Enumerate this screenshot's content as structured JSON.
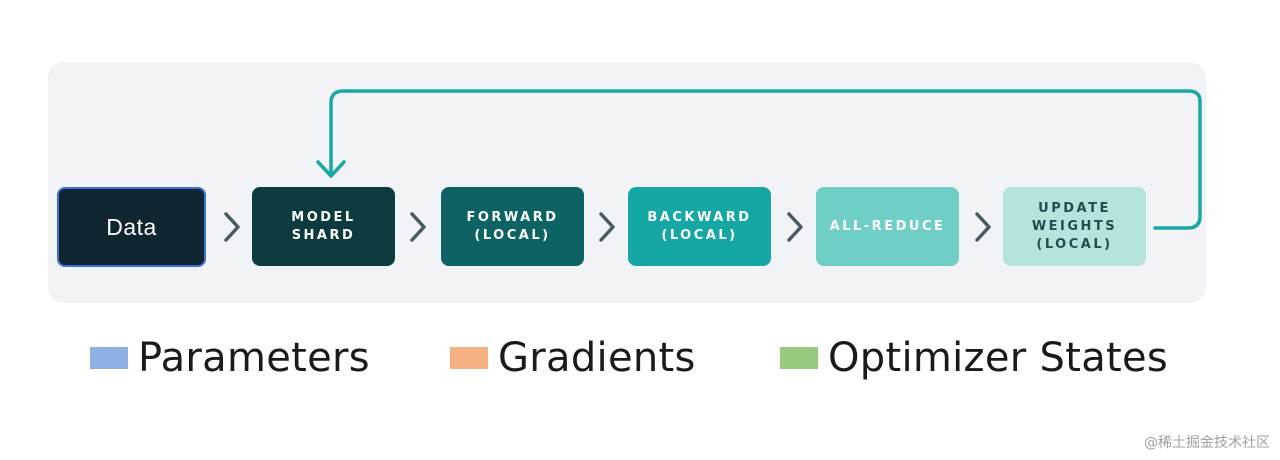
{
  "colors": {
    "panel_bg": "#f1f3f6",
    "loop_arrow": "#1aa8a4",
    "chevron": "#4a5a62"
  },
  "pipeline": [
    {
      "label": "Data",
      "bg": "#0f2530",
      "text": "#ffffff"
    },
    {
      "label": "MODEL\nSHARD",
      "bg": "#0b3b3d",
      "text": "#ffffff"
    },
    {
      "label": "FORWARD\n(LOCAL)",
      "bg": "#0d6364",
      "text": "#ffffff"
    },
    {
      "label": "BACKWARD\n(LOCAL)",
      "bg": "#14a7a3",
      "text": "#ffffff"
    },
    {
      "label": "ALL-REDUCE",
      "bg": "#6fcec6",
      "text": "#ffffff"
    },
    {
      "label": "UPDATE\nWEIGHTS\n(LOCAL)",
      "bg": "#b5e4dd",
      "text": "#1d4f50"
    }
  ],
  "legend": [
    {
      "label": "Parameters",
      "color": "#8fb0e3"
    },
    {
      "label": "Gradients",
      "color": "#f6b081"
    },
    {
      "label": "Optimizer States",
      "color": "#97c97f"
    }
  ],
  "watermark": "@稀土掘金技术社区"
}
